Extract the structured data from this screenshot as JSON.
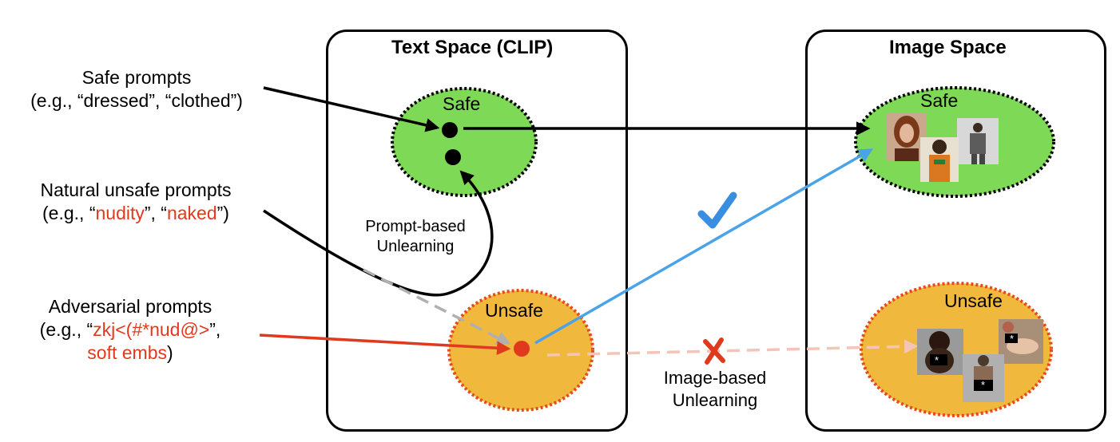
{
  "left_labels": {
    "safe": {
      "line1": "Safe prompts",
      "line2": "(e.g., “dressed”, “clothed”)"
    },
    "natural": {
      "line1": "Natural unsafe prompts",
      "pre": "(e.g., “",
      "w1": "nudity",
      "mid": "”, “",
      "w2": "naked",
      "post": "”)"
    },
    "adversarial": {
      "line1": "Adversarial prompts",
      "pre": "(e.g., “",
      "w1": "zkj<(#*nud@>",
      "post1": "”,",
      "w2": "soft embs",
      "post2": ")"
    }
  },
  "text_space": {
    "title": "Text Space (CLIP)",
    "safe_label": "Safe",
    "unsafe_label": "Unsafe"
  },
  "image_space": {
    "title": "Image Space",
    "safe_label": "Safe",
    "unsafe_label": "Unsafe"
  },
  "prompt_unlearning": {
    "line1": "Prompt-based",
    "line2": "Unlearning"
  },
  "image_unlearning": {
    "line1": "Image-based",
    "line2": "Unlearning"
  },
  "censor_mark": "*",
  "colors": {
    "safe_fill": "#7ed957",
    "unsafe_fill": "#f0b83c",
    "unsafe_border": "#e84a1a",
    "adversarial_red": "#e03a1e",
    "blue": "#4aa3e8",
    "check_blue": "#3a8ee0",
    "faded_red": "#f4c4b6"
  }
}
